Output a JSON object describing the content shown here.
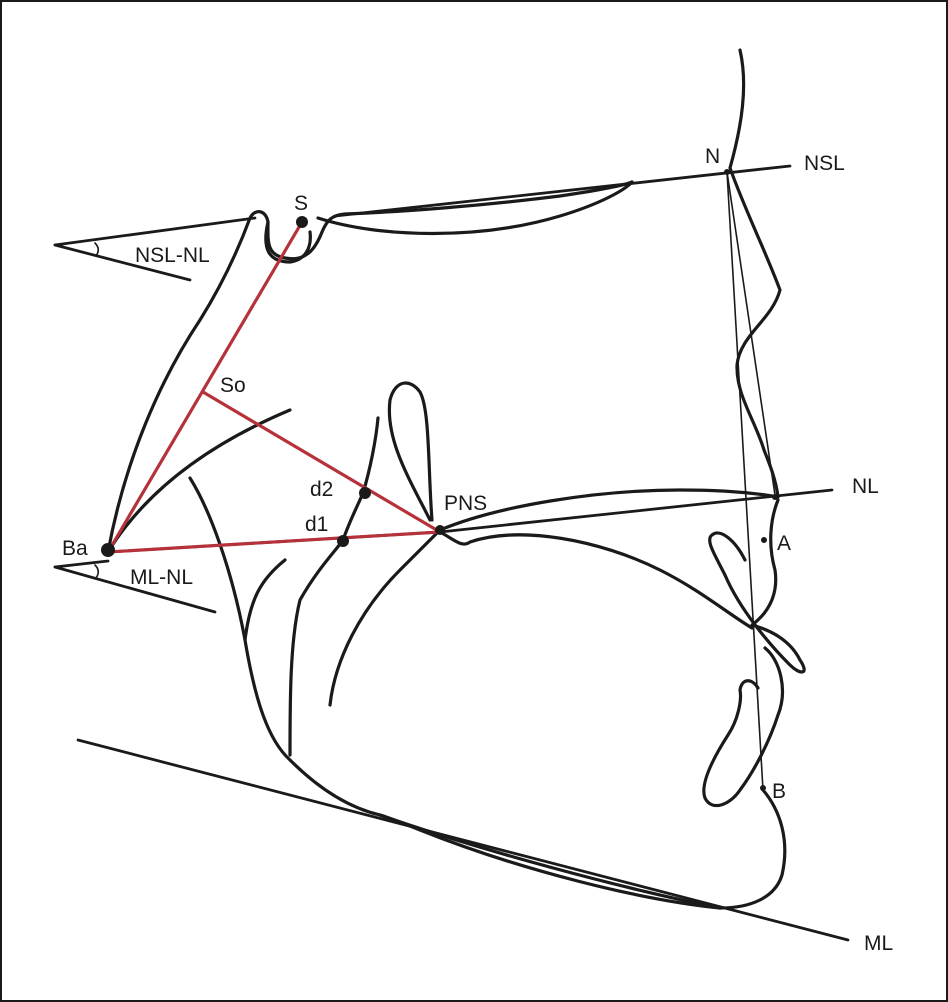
{
  "labels": {
    "S": "S",
    "N": "N",
    "NSL": "NSL",
    "NSL_NL": "NSL-NL",
    "So": "So",
    "d2": "d2",
    "d1": "d1",
    "PNS": "PNS",
    "NL": "NL",
    "Ba": "Ba",
    "ML_NL": "ML-NL",
    "A": "A",
    "B": "B",
    "ML": "ML"
  },
  "colors": {
    "ink": "#1a1a1a",
    "measurement_lines": "#b5323a",
    "background": "#ffffff"
  }
}
